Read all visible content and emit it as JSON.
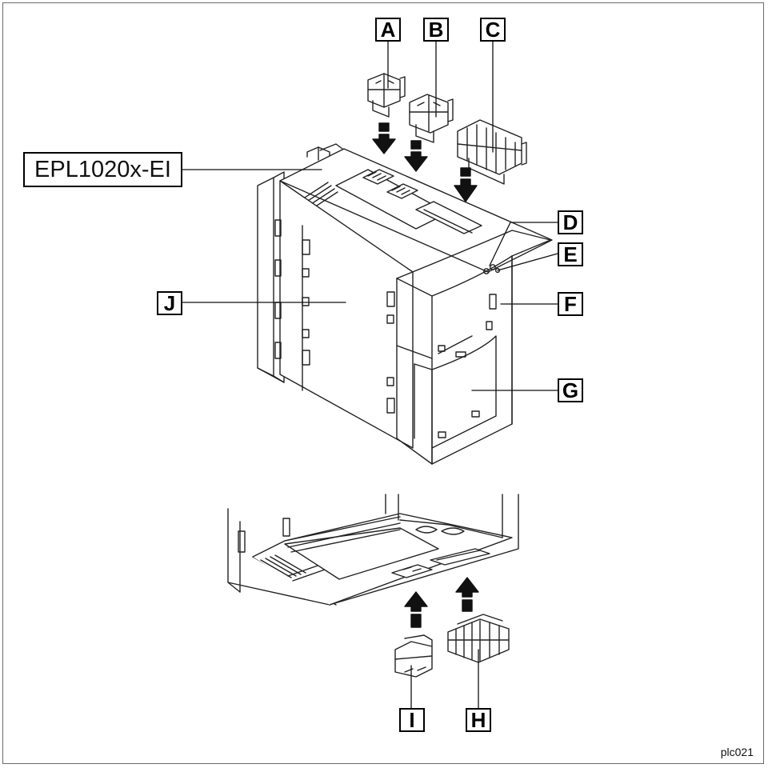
{
  "device_label": "EPL1020x-EI",
  "figure_id": "plc021",
  "callouts": {
    "a": "A",
    "b": "B",
    "c": "C",
    "d": "D",
    "e": "E",
    "f": "F",
    "g": "G",
    "h": "H",
    "i": "I",
    "j": "J"
  }
}
